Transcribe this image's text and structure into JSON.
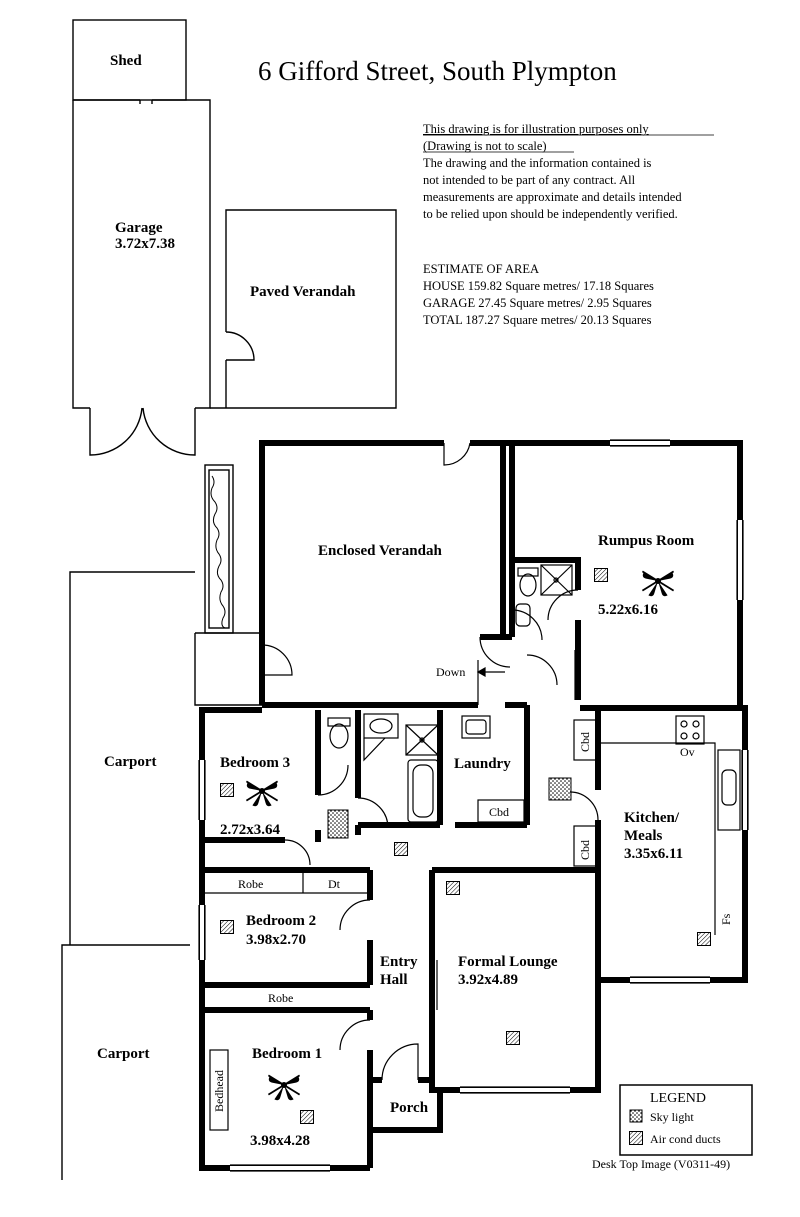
{
  "title": "6 Gifford Street,  South Plympton",
  "disclaimer": {
    "line1": "This drawing is for illustration purposes only",
    "line2": "(Drawing is not to scale)",
    "line3": "The drawing and the information contained is",
    "line4": "not intended to be part of any contract.  All",
    "line5": "measurements are approximate and details intended",
    "line6": "to be relied upon should be independently verified."
  },
  "area": {
    "heading": "ESTIMATE OF AREA",
    "house": "HOUSE  159.82 Square metres/ 17.18 Squares",
    "garage": "GARAGE  27.45 Square metres/ 2.95 Squares",
    "total": "TOTAL  187.27 Square metres/ 20.13 Squares"
  },
  "rooms": {
    "shed": "Shed",
    "garage_name": "Garage",
    "garage_size": "3.72x7.38",
    "paved_verandah": "Paved Verandah",
    "enclosed_verandah": "Enclosed Verandah",
    "rumpus_name": "Rumpus Room",
    "rumpus_size": "5.22x6.16",
    "down": "Down",
    "carport_top": "Carport",
    "carport_bottom": "Carport",
    "bedroom3_name": "Bedroom 3",
    "bedroom3_size": "2.72x3.64",
    "laundry": "Laundry",
    "cbd_laundry": "Cbd",
    "cbd_upper": "Cbd",
    "cbd_lower": "Cbd",
    "ov": "Ov",
    "fs": "Fs",
    "kitchen_name_1": "Kitchen/",
    "kitchen_name_2": "Meals",
    "kitchen_size": "3.35x6.11",
    "robe_top": "Robe",
    "dt": "Dt",
    "bedroom2_name": "Bedroom 2",
    "bedroom2_size": "3.98x2.70",
    "entry_1": "Entry",
    "entry_2": "Hall",
    "lounge_name": "Formal Lounge",
    "lounge_size": "3.92x4.89",
    "robe_bottom": "Robe",
    "bedhead": "Bedhead",
    "bedroom1_name": "Bedroom 1",
    "bedroom1_size": "3.98x4.28",
    "porch": "Porch"
  },
  "legend": {
    "title": "LEGEND",
    "skylight": "Sky light",
    "aircon": "Air cond ducts"
  },
  "footer": "Desk Top Image  (V0311-49)"
}
